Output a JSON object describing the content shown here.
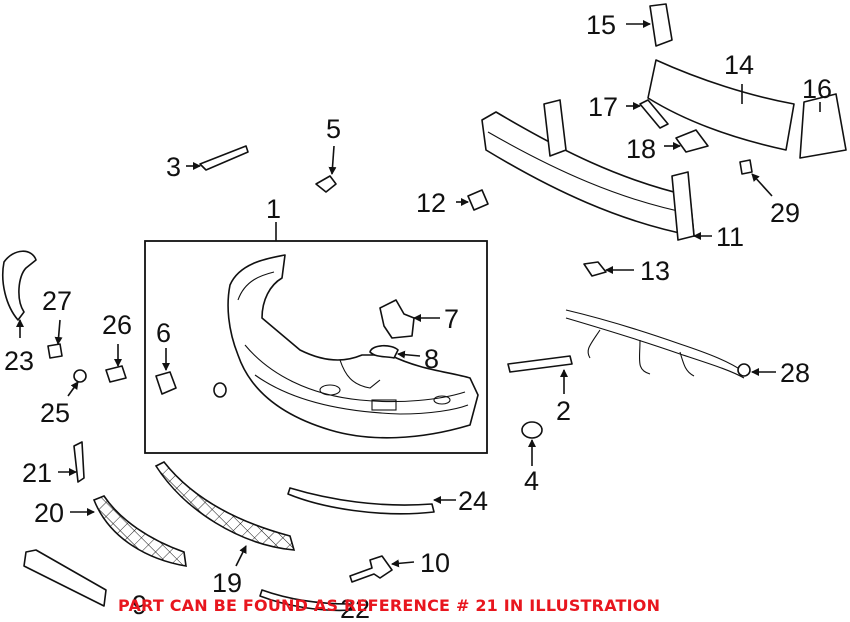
{
  "notice": {
    "text": "PART CAN BE FOUND AS REFERENCE # 21 IN ILLUSTRATION",
    "color": "#e8161e"
  },
  "callouts": {
    "c1": "1",
    "c2": "2",
    "c3": "3",
    "c4": "4",
    "c5": "5",
    "c6": "6",
    "c7": "7",
    "c8": "8",
    "c9": "9",
    "c10": "10",
    "c11": "11",
    "c12": "12",
    "c13": "13",
    "c14": "14",
    "c15": "15",
    "c16": "16",
    "c17": "17",
    "c18": "18",
    "c19": "19",
    "c20": "20",
    "c21": "21",
    "c22": "22",
    "c23": "23",
    "c24": "24",
    "c25": "25",
    "c26": "26",
    "c27": "27",
    "c28": "28",
    "c29": "29"
  }
}
